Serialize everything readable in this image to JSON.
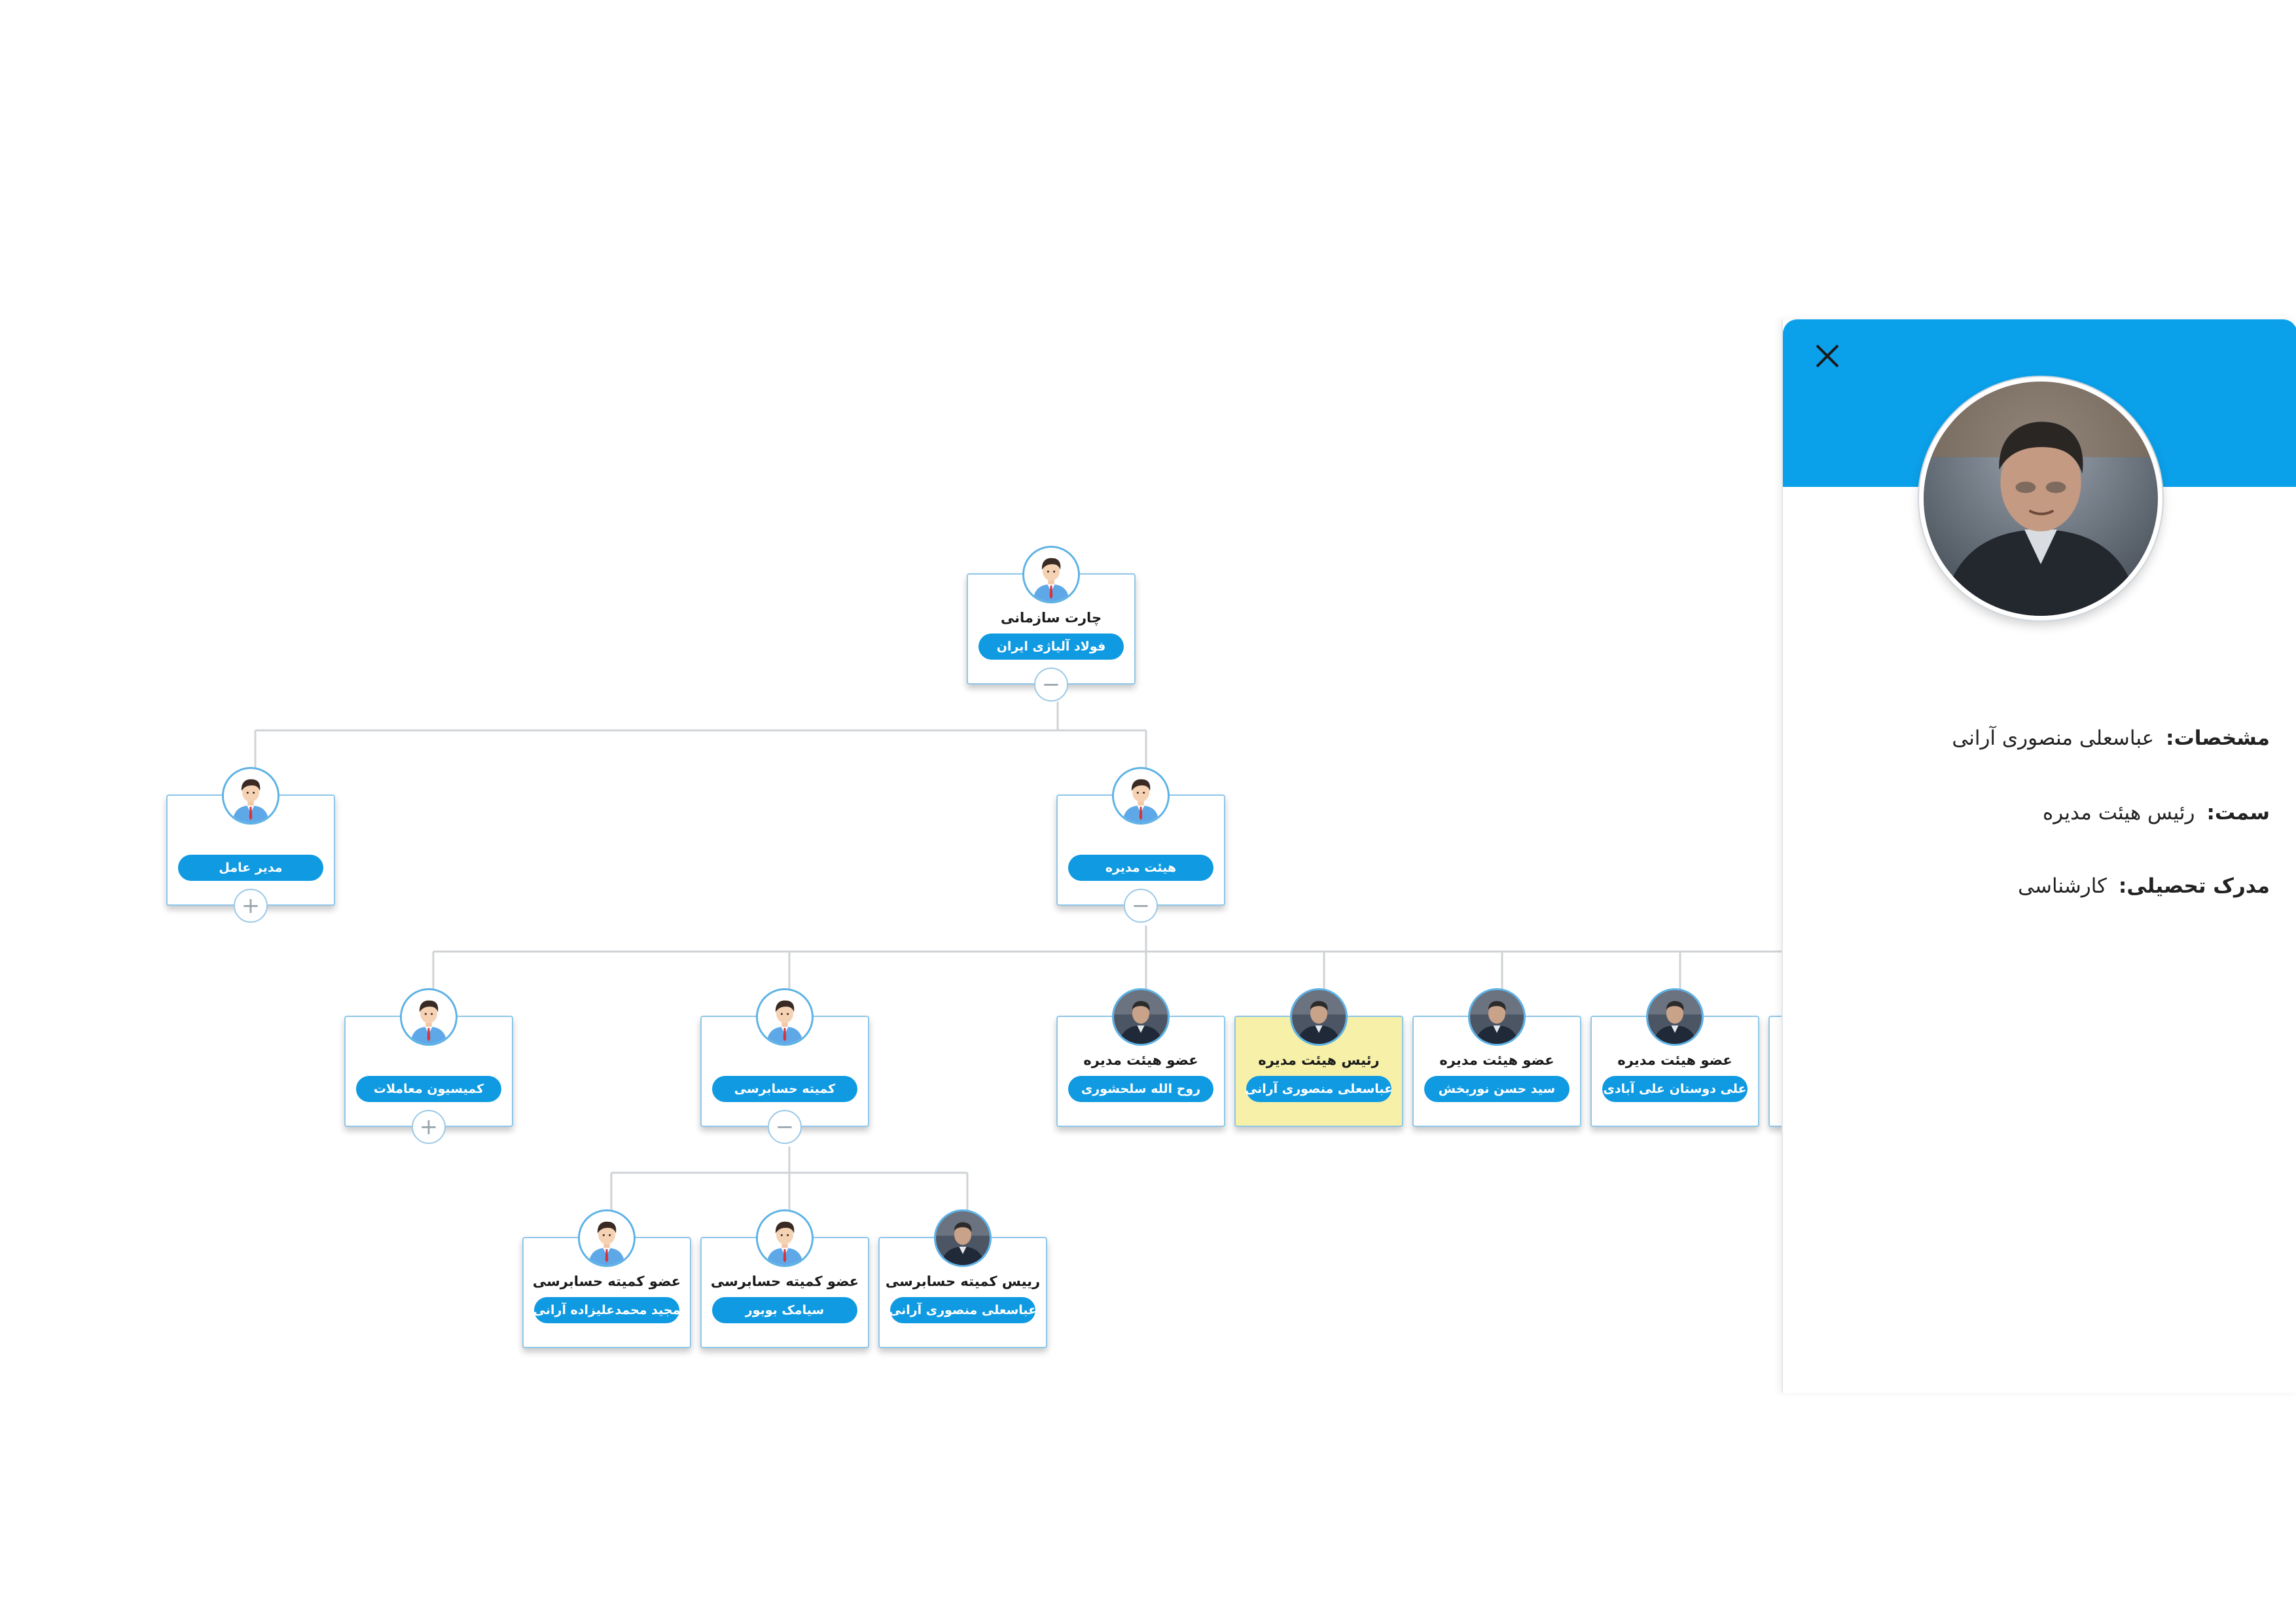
{
  "org_chart": {
    "root": {
      "title": "چارت سازمانی",
      "label": "فولاد آلیاژی ایران"
    },
    "ceo": {
      "label": "مدیر عامل"
    },
    "board": {
      "label": "هیئت مدیره"
    },
    "transactions": {
      "label": "کمیسیون معاملات"
    },
    "audit": {
      "label": "کمیته حسابرسی"
    },
    "board_members": [
      {
        "title": "عضو هیئت مدیره",
        "label": "روح الله سلحشوری"
      },
      {
        "title": "رئیس هیئت مدیره",
        "label": "عباسعلی منصوری آرانی"
      },
      {
        "title": "عضو هیئت مدیره",
        "label": "سید حسن نوربخش"
      },
      {
        "title": "عضو هیئت مدیره",
        "label": "علی دوستان علی آبادی"
      }
    ],
    "audit_members": [
      {
        "title": "عضو کمیته حسابرسی",
        "label": "مجید محمدعلیزاده آرانی"
      },
      {
        "title": "عضو کمیته حسابرسی",
        "label": "سیامک بوبور"
      },
      {
        "title": "رییس کمیته حسابرسی",
        "label": "عباسعلی منصوری آرانی"
      }
    ],
    "toggle_collapse": "−",
    "toggle_expand": "+"
  },
  "panel": {
    "close_icon": "close-icon",
    "rows": [
      {
        "key": "مشخصات:",
        "value": "عباسعلی منصوری آرانی"
      },
      {
        "key": "سمت:",
        "value": "رئیس هیئت مدیره"
      },
      {
        "key": "مدرک تحصیلی:",
        "value": "کارشناسی"
      }
    ]
  },
  "colors": {
    "accent": "#0f9ae2",
    "highlight": "#f6f0a8",
    "panel_header": "#0ba0ea"
  }
}
